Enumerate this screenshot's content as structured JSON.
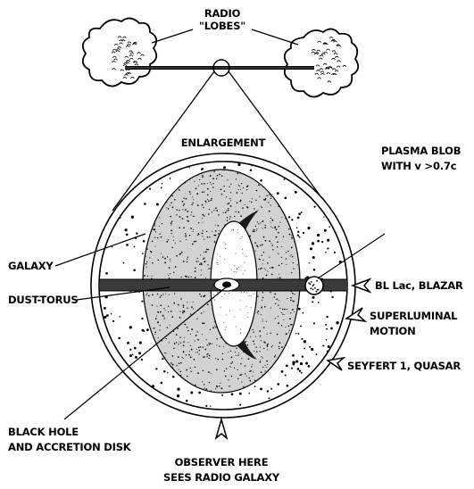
{
  "labels": {
    "radio_line1": "RADIO",
    "radio_line2": "\"LOBES\"",
    "enlargement": "ENLARGEMENT",
    "plasma_line1": "PLASMA BLOB",
    "plasma_line2": "WITH v >0.7c",
    "galaxy": "GALAXY",
    "dust_torus": "DUST-TORUS",
    "bl_lac": "BL Lac, BLAZAR",
    "superluminal_line1": "SUPERLUMINAL",
    "superluminal_line2": "MOTION",
    "seyfert": "SEYFERT 1, QUASAR",
    "black_hole_line1": "BLACK HOLE",
    "black_hole_line2": "AND ACCRETION DISK",
    "observer_line1": "OBSERVER HERE",
    "observer_line2": "SEES RADIO GALAXY"
  }
}
